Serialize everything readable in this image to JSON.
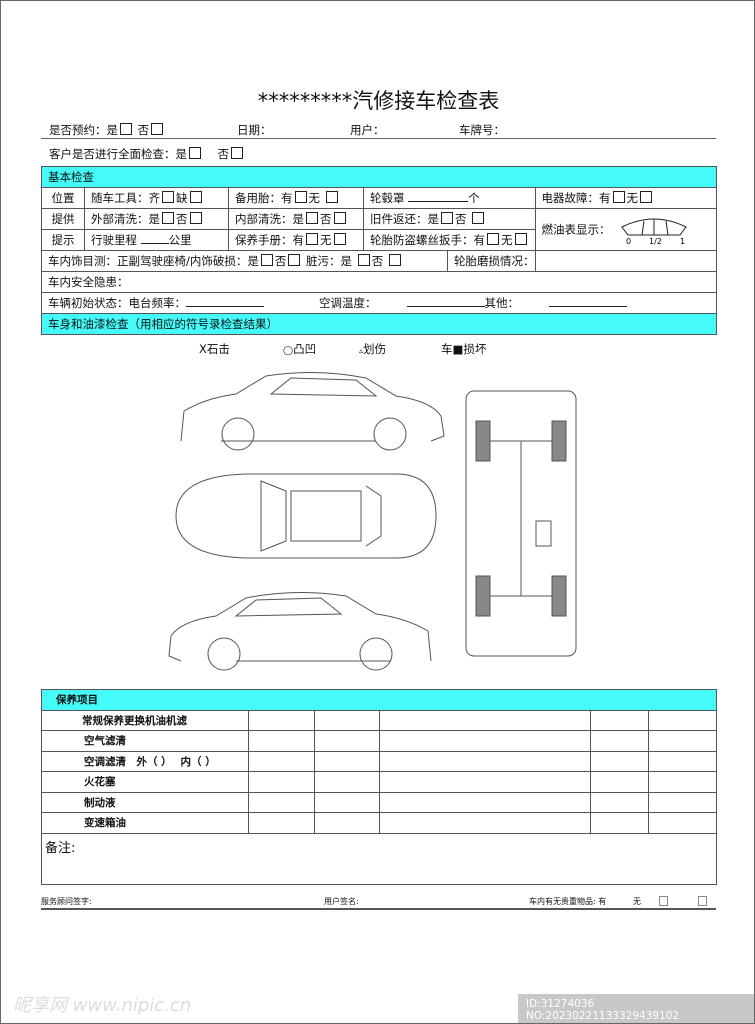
{
  "title": "*********汽修接车检查表",
  "header": {
    "appointment": "是否预约：是",
    "no": "否",
    "date": "日期：",
    "user": "用户：",
    "plate": "车牌号：",
    "full_check": "客户是否进行全面检查：是",
    "full_no": "否"
  },
  "basic": {
    "section": "基本检查",
    "side": [
      "位置",
      "提供",
      "提示"
    ],
    "tools": "随车工具：齐",
    "tools_missing": "缺",
    "spare": "备用胎：有",
    "none": "无",
    "hubcap": "轮毂罩",
    "hubcap_unit": "个",
    "electric": "电器故障：有",
    "ext_wash": "外部清洗：是",
    "int_wash": "内部清洗：是",
    "old_parts": "旧件返还：是",
    "fou": "否",
    "fuel": "燃油表显示：",
    "fuel_ticks": [
      "0",
      "1/2",
      "1"
    ],
    "mileage": "行驶里程",
    "mileage_unit": "公里",
    "manual": "保养手册：有",
    "wrench": "轮胎防盗螺丝扳手：有",
    "interior": "车内饰目测：正副驾驶座椅/内饰破损：是",
    "dirty": "脏污：是",
    "tire_wear": "轮胎磨损情况：",
    "safety": "车内安全隐患：",
    "init": "车辆初始状态：电台频率：",
    "ac": "空调温度：",
    "other": "其他："
  },
  "body_section": "车身和油漆检查（用相应的符号录检查结果）",
  "legend": [
    {
      "symbol": "X",
      "label": "石击"
    },
    {
      "symbol": "◯",
      "label": "凸凹"
    },
    {
      "symbol": "▵",
      "label": "划伤"
    },
    {
      "symbol": "■",
      "label": "车■损坏"
    }
  ],
  "maintenance": {
    "section": "保养项目",
    "items": [
      "常规保养更换机油机滤",
      "空气滤清",
      "空调滤清　外（ ）　 内（ ）",
      "火花塞",
      "制动液",
      "变速箱油"
    ]
  },
  "remarks": "备注:",
  "footer": {
    "advisor": "服务顾问签字:",
    "user_sign": "用户签名:",
    "valuables": "车内有无贵重物品: 有",
    "none": "无"
  },
  "watermark": {
    "site": "昵享网 www.nipic.cn",
    "id": "ID:31274036 NO:20230221133329439102"
  },
  "accent_color": "#44fbf9"
}
